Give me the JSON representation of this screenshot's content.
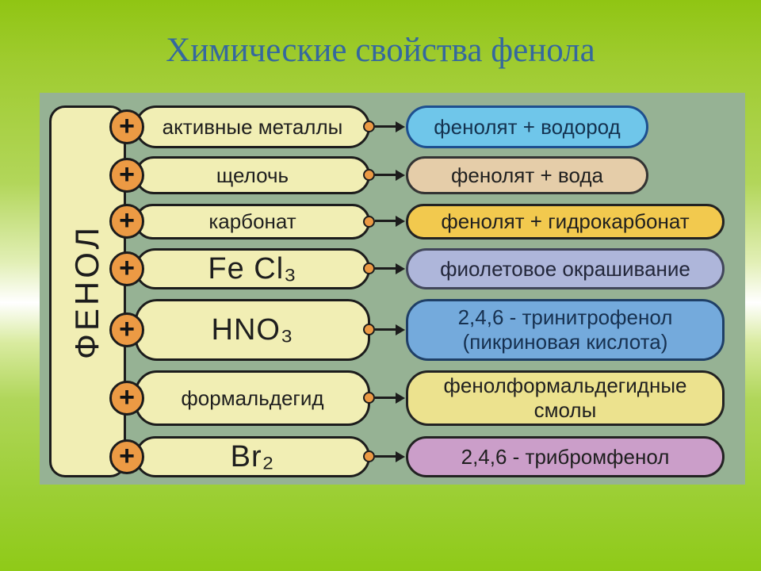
{
  "title": "Химические свойства фенола",
  "colors": {
    "title_text": "#35689e",
    "background_top": "#90c513",
    "background_band": "#ffffff",
    "background_bottom": "#8fca18",
    "panel_bg": "#96b294",
    "box_fill_yellow": "#f1eeb4",
    "outline": "#1c1c1c",
    "plus_circle_fill": "#ec9a44",
    "connector_dot_fill": "#ec9a44"
  },
  "diagram": {
    "source_label": "ФЕНОЛ",
    "plus_symbol": "+",
    "rows": [
      {
        "reagent": "активные металлы",
        "result": "фенолят + водород",
        "result_bg": "#6fc6ea",
        "result_border": "#1d4f8f",
        "result_text": "#14324f"
      },
      {
        "reagent": "щелочь",
        "result": "фенолят + вода",
        "result_bg": "#e5cda9",
        "result_border": "#333333",
        "result_text": "#1f1f1f"
      },
      {
        "reagent": "карбонат",
        "result": "фенолят + гидрокарбонат",
        "result_bg": "#f2c94e",
        "result_border": "#222222",
        "result_text": "#1f1f1f"
      },
      {
        "reagent": "Fe Cl₃",
        "result": "фиолетовое окрашивание",
        "result_bg": "#aeb6da",
        "result_border": "#41465a",
        "result_text": "#23273a"
      },
      {
        "reagent": "HNO₃",
        "result": "2,4,6 - тринитрофенол\n(пикриновая кислота)",
        "result_bg": "#74aadc",
        "result_border": "#1f3f66",
        "result_text": "#16304f"
      },
      {
        "reagent": "формальдегид",
        "result": "фенолформальдегидные\nсмолы",
        "result_bg": "#ece28e",
        "result_border": "#222222",
        "result_text": "#1f1f1f"
      },
      {
        "reagent": "Br₂",
        "result": "2,4,6 - трибромфенол",
        "result_bg": "#cb9ec9",
        "result_border": "#222222",
        "result_text": "#1f1f1f"
      }
    ]
  }
}
